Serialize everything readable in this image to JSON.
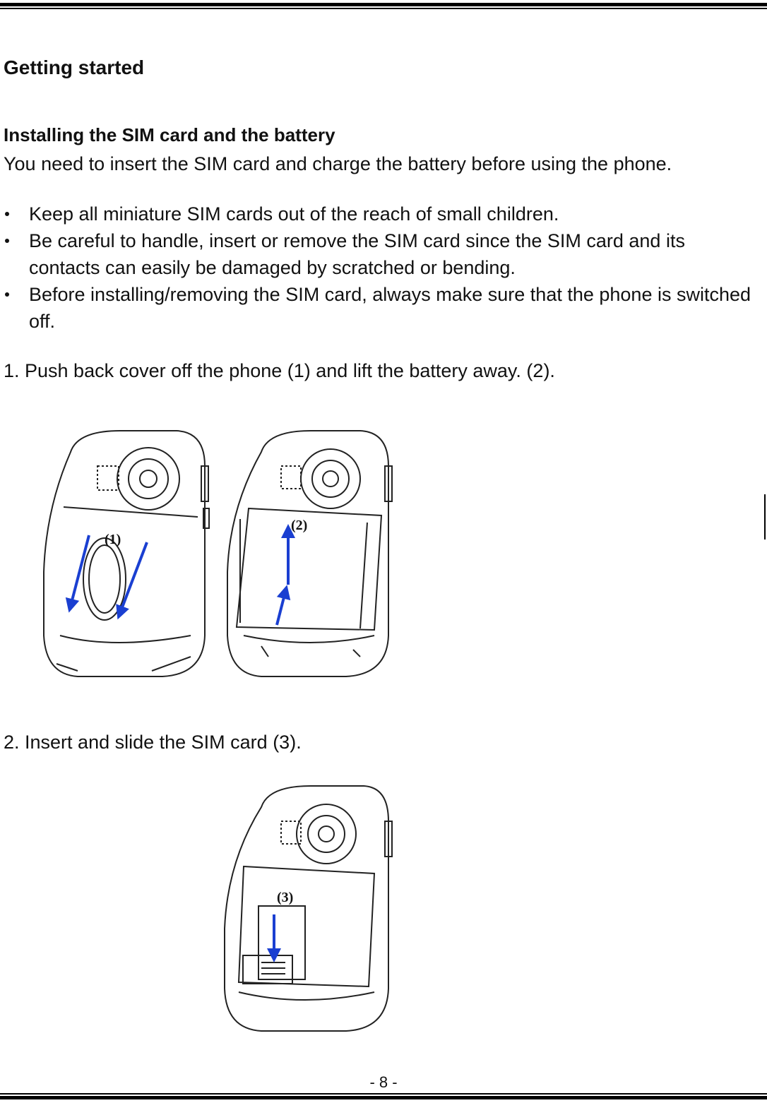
{
  "section_title": "Getting started",
  "subsection_title": "Installing the SIM card and the battery",
  "intro_text": "You need to insert the SIM card and charge the battery before using the phone.",
  "bullets": [
    "Keep all miniature SIM cards out of the reach of small children.",
    "Be careful to handle, insert or remove the SIM card since the SIM card and its contacts can easily be damaged by scratched or bending.",
    "Before installing/removing the SIM card, always make sure that the phone is switched off."
  ],
  "step1_text": "1. Push back cover off the phone (1) and lift the battery away. (2).",
  "step2_text": "2. Insert and slide the SIM card (3).",
  "figure_labels": {
    "label1": "(1)",
    "label2": "(2)",
    "label3": "(3)"
  },
  "page_number": "- 8 -",
  "colors": {
    "arrow": "#1a3fd1",
    "line": "#222222"
  }
}
